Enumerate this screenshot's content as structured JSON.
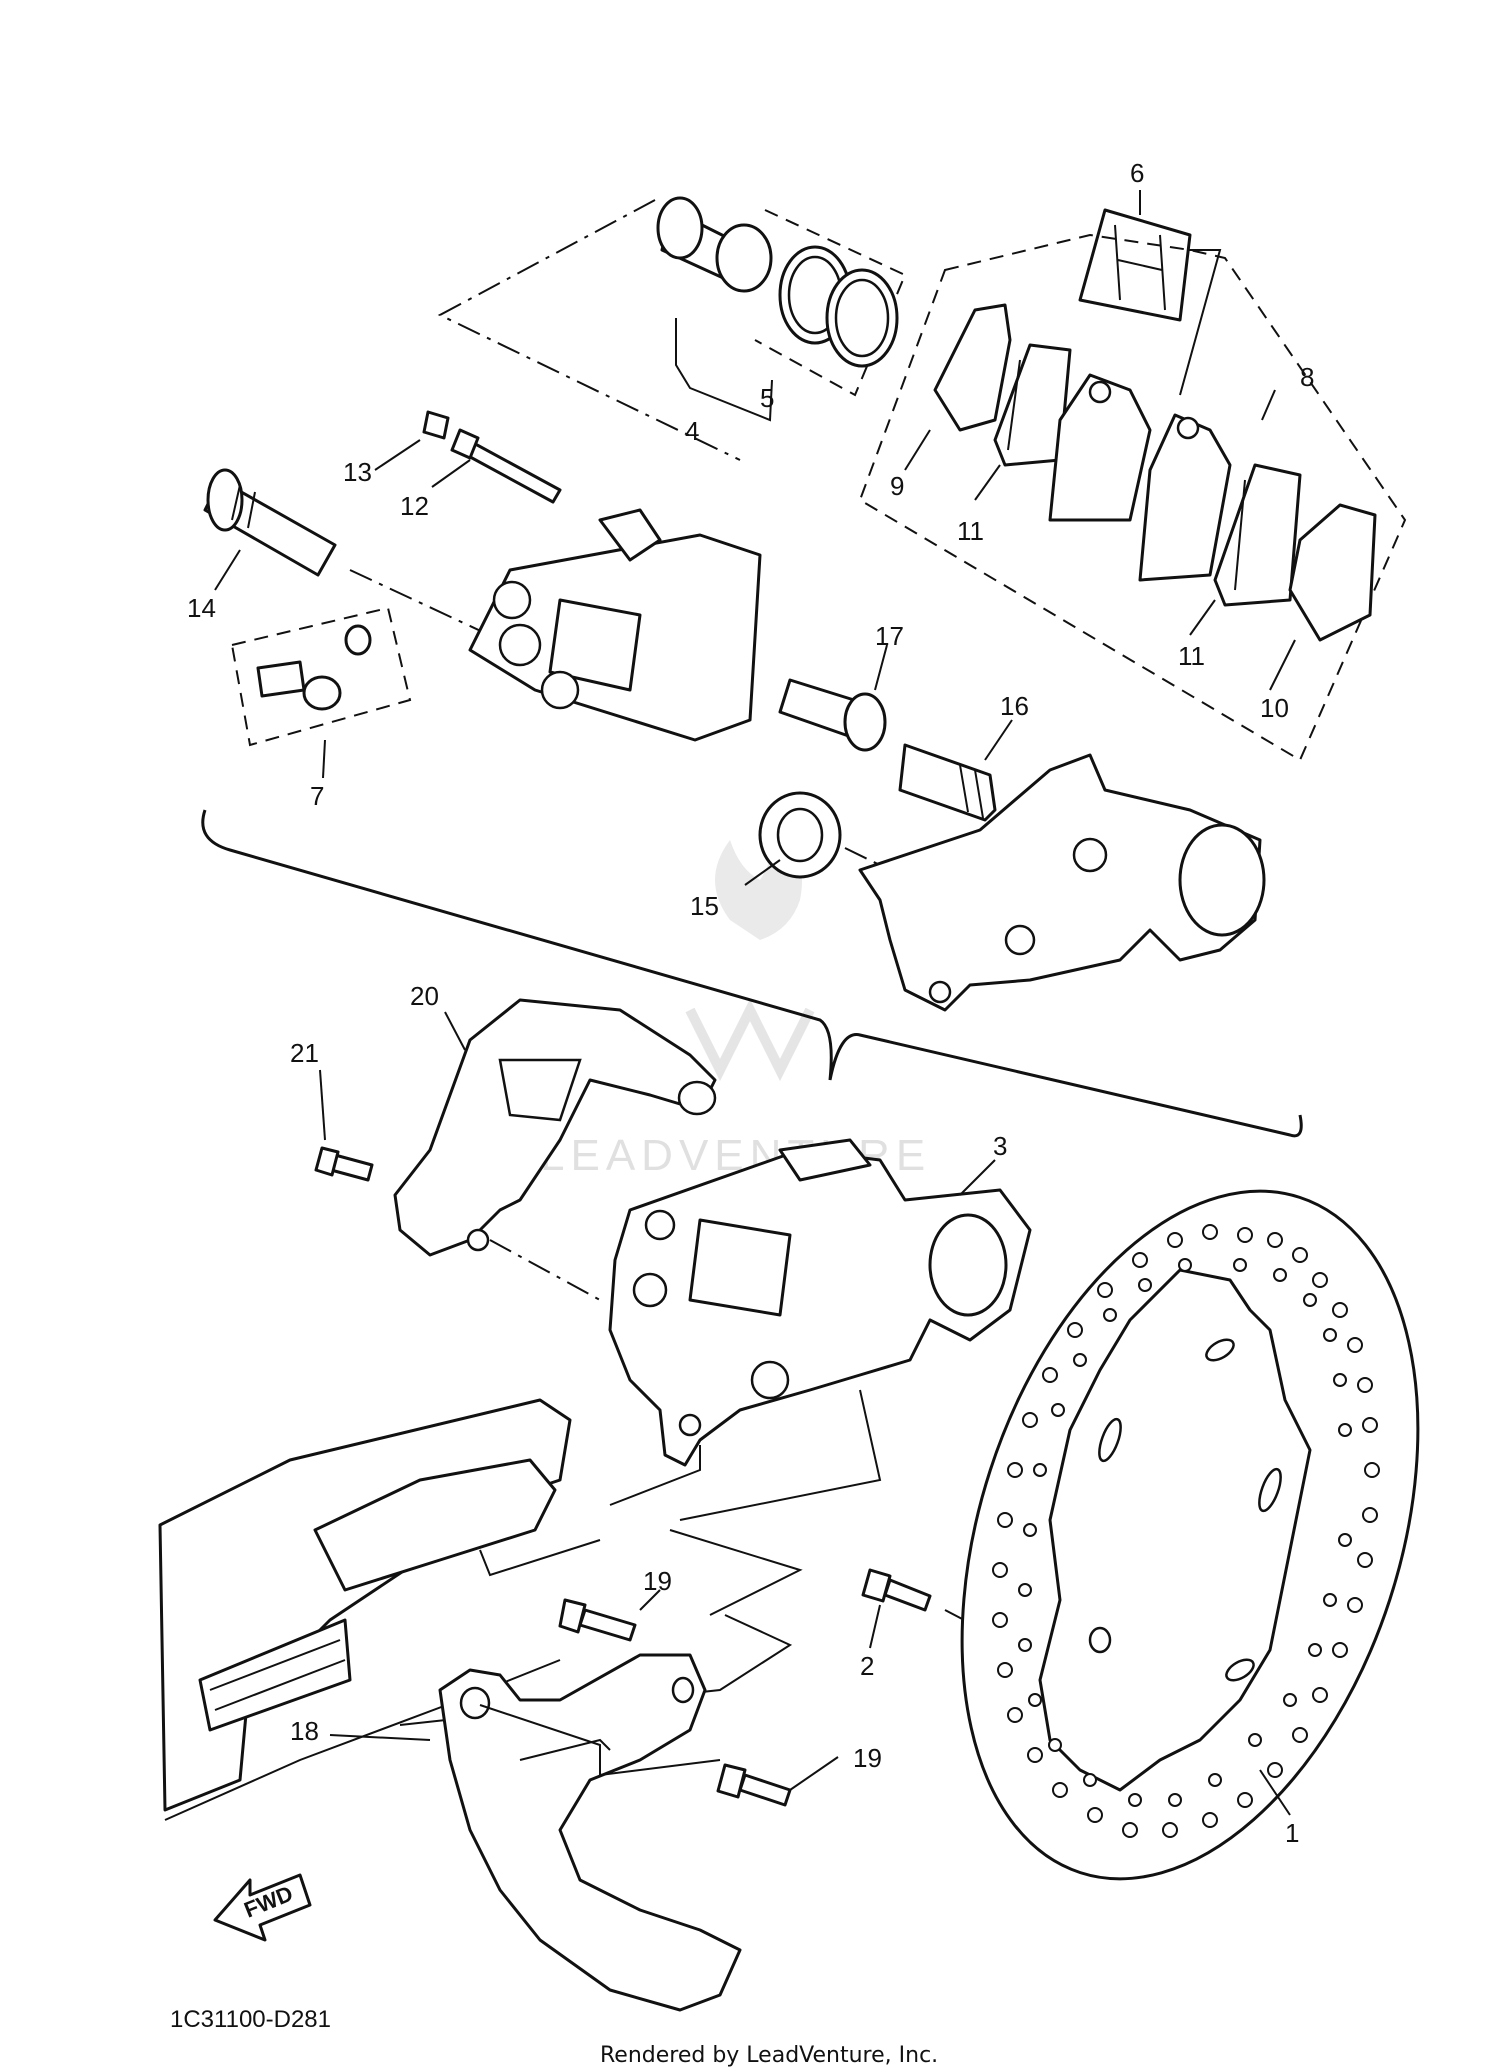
{
  "diagram": {
    "part_numbers": {
      "p1": "1",
      "p2": "2",
      "p3": "3",
      "p4": "4",
      "p5": "5",
      "p6": "6",
      "p7": "7",
      "p8": "8",
      "p9": "9",
      "p10": "10",
      "p11a": "11",
      "p11b": "11",
      "p12": "12",
      "p13": "13",
      "p14": "14",
      "p15": "15",
      "p16": "16",
      "p17": "17",
      "p18": "18",
      "p19a": "19",
      "p19b": "19",
      "p20": "20",
      "p21": "21"
    },
    "diagram_code": "1C31100-D281",
    "fwd_label": "FWD",
    "watermark_text": "LEADVENTURE",
    "footer_text": "Rendered by LeadVenture, Inc."
  }
}
